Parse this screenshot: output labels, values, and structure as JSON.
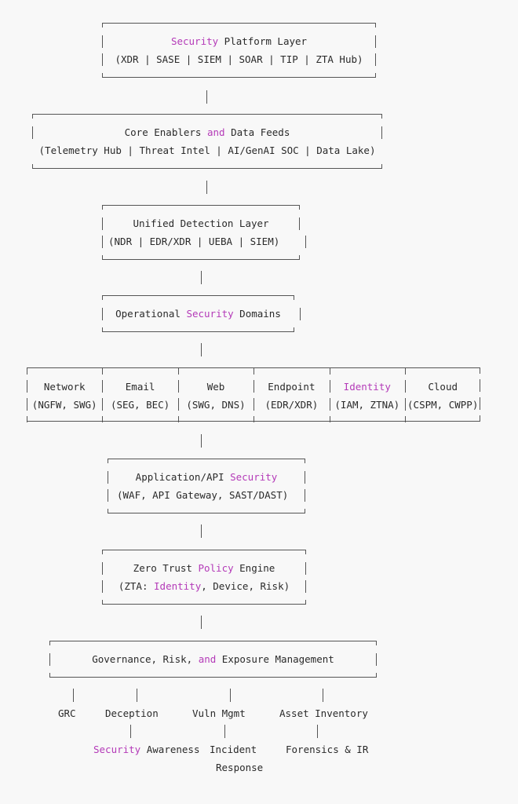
{
  "layers": {
    "platform": {
      "title_pre": "",
      "title_hl": "Security",
      "title_post": " Platform Layer",
      "items": "(XDR | SASE | SIEM | SOAR | TIP | ZTA Hub)"
    },
    "enablers": {
      "title_pre": "Core Enablers ",
      "title_hl": "and",
      "title_post": " Data Feeds",
      "items": "(Telemetry Hub | Threat Intel | AI/GenAI SOC | Data Lake)"
    },
    "detection": {
      "title": "Unified Detection Layer",
      "items": "(NDR | EDR/XDR | UEBA | SIEM)"
    },
    "operational": {
      "title_pre": "Operational ",
      "title_hl": "Security",
      "title_post": " Domains"
    },
    "appsec": {
      "title_pre": "Application/API ",
      "title_hl": "Security",
      "title_post": "",
      "items": "(WAF, API Gateway, SAST/DAST)"
    },
    "zerotrust": {
      "title_pre": "Zero Trust ",
      "title_hl": "Policy",
      "title_post": " Engine",
      "items_pre": "(ZTA: ",
      "items_hl": "Identity",
      "items_post": ", Device, Risk)"
    },
    "governance": {
      "title_pre": "Governance, Risk, ",
      "title_hl": "and",
      "title_post": " Exposure Management"
    }
  },
  "domains": [
    {
      "name": "Network",
      "sub": "(NGFW, SWG)",
      "highlight": false
    },
    {
      "name": "Email",
      "sub": "(SEG, BEC)",
      "highlight": false
    },
    {
      "name": "Web",
      "sub": "(SWG, DNS)",
      "highlight": false
    },
    {
      "name": "Endpoint",
      "sub": "(EDR/XDR)",
      "highlight": false
    },
    {
      "name": "Identity",
      "sub": "(IAM, ZTNA)",
      "highlight": true
    },
    {
      "name": "Cloud",
      "sub": "(CSPM, CWPP)",
      "highlight": false
    }
  ],
  "governance_children": {
    "grc": "GRC",
    "deception": "Deception",
    "vuln": "Vuln Mgmt",
    "asset": "Asset Inventory",
    "awareness_hl": "Security",
    "awareness_post": " Awareness",
    "incident_1": "Incident",
    "incident_2": "Response",
    "forensics": "Forensics & IR"
  },
  "colors": {
    "highlight": "#b43ab8",
    "text": "#2a2a2a",
    "line": "#555555",
    "background": "#f8f8f8"
  }
}
